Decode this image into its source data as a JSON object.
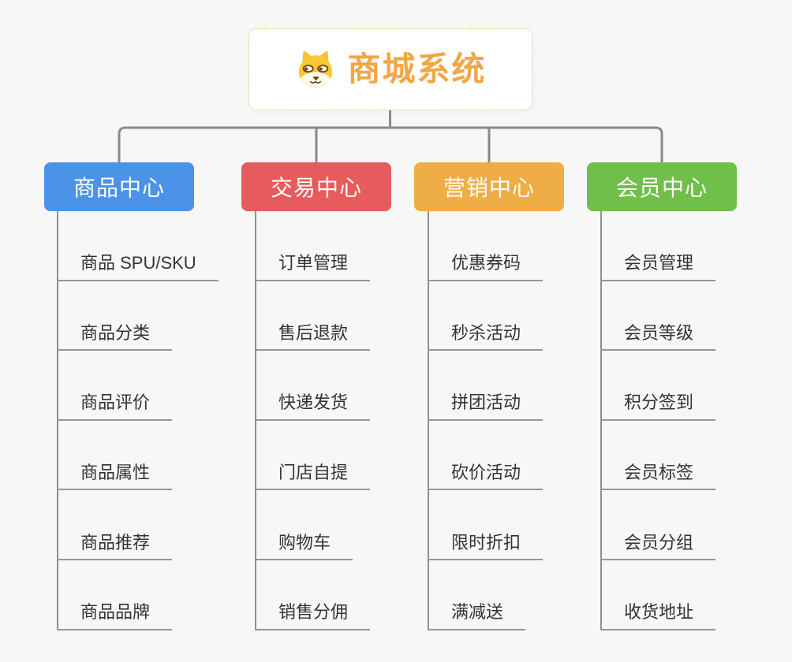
{
  "root": {
    "title": "商城系统",
    "icon": "dog-face-icon",
    "title_color": "#f2a644",
    "border_color": "#f0bb6e"
  },
  "colors": {
    "background": "#f7f7f7",
    "connector": "#8a8a8a",
    "leaf_underline": "#969696",
    "leaf_text": "#333333",
    "node_text": "#ffffff"
  },
  "branches": [
    {
      "label": "商品中心",
      "color": "#4b92e9",
      "items": [
        "商品 SPU/SKU",
        "商品分类",
        "商品评价",
        "商品属性",
        "商品推荐",
        "商品品牌"
      ]
    },
    {
      "label": "交易中心",
      "color": "#e65c5c",
      "items": [
        "订单管理",
        "售后退款",
        "快递发货",
        "门店自提",
        "购物车",
        "销售分佣"
      ]
    },
    {
      "label": "营销中心",
      "color": "#efad45",
      "items": [
        "优惠券码",
        "秒杀活动",
        "拼团活动",
        "砍价活动",
        "限时折扣",
        "满减送"
      ]
    },
    {
      "label": "会员中心",
      "color": "#70bf4b",
      "items": [
        "会员管理",
        "会员等级",
        "积分签到",
        "会员标签",
        "会员分组",
        "收货地址"
      ]
    }
  ]
}
